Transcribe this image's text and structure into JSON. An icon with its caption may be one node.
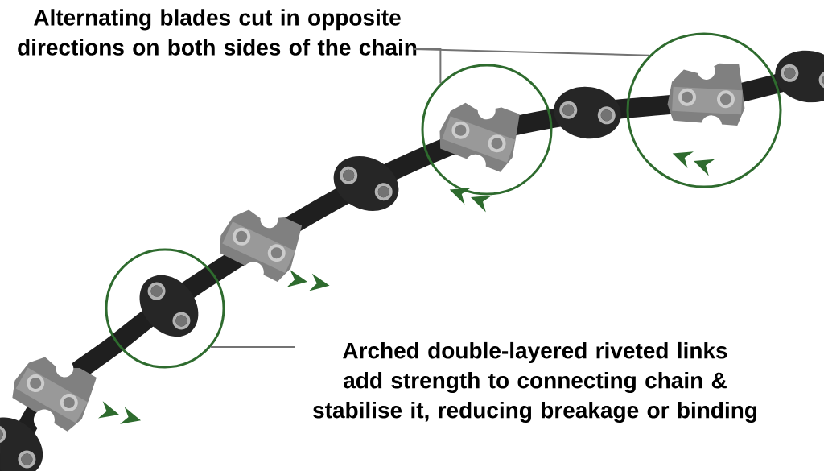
{
  "diagram": {
    "nodes": [
      {
        "text": [
          "Alternating blades cut in opposite directions on both sides of the chain"
        ]
      },
      {
        "text": [],
        "shape": "circle"
      },
      {
        "text": [],
        "shape": "circle"
      },
      {
        "text": [
          "Arched double-layered riveted links add strength to connecting chain & stabilise it, reducing breakage or binding"
        ]
      },
      {
        "text": [],
        "shape": "circle"
      }
    ],
    "edges": [
      {
        "from": 0,
        "to": 1,
        "arrow": "none"
      },
      {
        "from": 0,
        "to": 2,
        "arrow": "none"
      },
      {
        "from": 3,
        "to": 4,
        "arrow": "none"
      }
    ]
  }
}
